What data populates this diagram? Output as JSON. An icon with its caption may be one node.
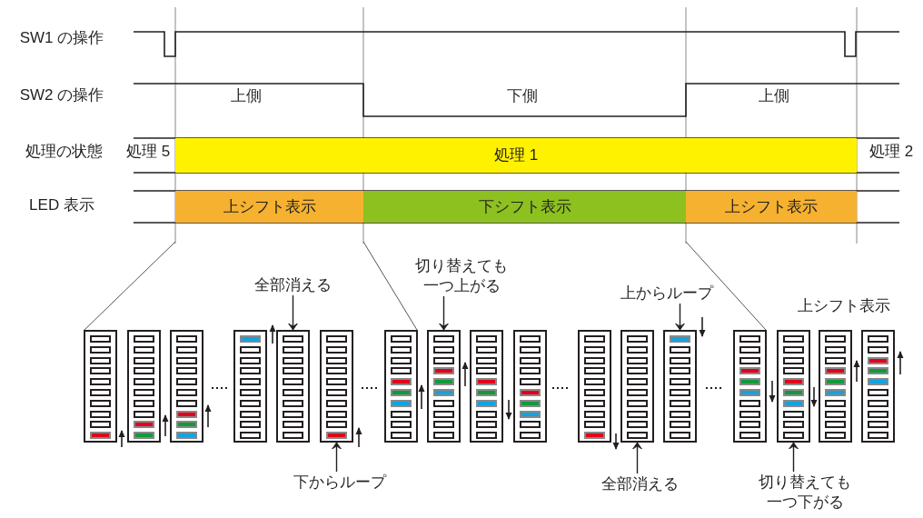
{
  "diagram": {
    "nodes": [
      {
        "text": [
          "処理 1"
        ]
      },
      {
        "text": [
          "上シフト表示"
        ]
      },
      {
        "text": [
          "下シフト表示"
        ]
      },
      {
        "text": [
          "上シフト表示"
        ]
      },
      {
        "text": [
          "全部消える"
        ]
      },
      {
        "text": [
          "切り替えても一つ上がる"
        ]
      },
      {
        "text": [
          "上からループ"
        ]
      },
      {
        "text": [],
        "shape": "bar"
      },
      {
        "text": [],
        "shape": "bar"
      },
      {
        "text": [],
        "shape": "bar"
      },
      {
        "text": [],
        "shape": "bar"
      },
      {
        "text": [],
        "shape": "bar"
      },
      {
        "text": [],
        "shape": "bar"
      },
      {
        "text": [],
        "shape": "bar"
      },
      {
        "text": [],
        "shape": "bar"
      },
      {
        "text": [],
        "shape": "bar"
      },
      {
        "text": [],
        "shape": "bar"
      },
      {
        "text": [],
        "shape": "bar"
      },
      {
        "text": [],
        "shape": "bar"
      },
      {
        "text": [],
        "shape": "bar"
      },
      {
        "text": [],
        "shape": "bar"
      },
      {
        "text": [],
        "shape": "bar"
      },
      {
        "text": [],
        "shape": "bar"
      },
      {
        "text": [],
        "shape": "bar"
      },
      {
        "text": [
          "下からループ"
        ]
      },
      {
        "text": [
          "全部消える"
        ]
      },
      {
        "text": [
          "切り替えても一つ下がる"
        ]
      }
    ],
    "edges": [
      {
        "from": 4,
        "to": 11,
        "arrow": "to"
      },
      {
        "from": 5,
        "to": 14,
        "arrow": "to"
      },
      {
        "from": 6,
        "to": 19,
        "arrow": "to"
      },
      {
        "from": 24,
        "to": 12,
        "arrow": "to"
      },
      {
        "from": 25,
        "to": 18,
        "arrow": "to"
      },
      {
        "from": 26,
        "to": 21,
        "arrow": "to"
      }
    ],
    "labels": [
      "SW1 の操作",
      "SW2 の操作",
      "上側",
      "下側",
      "上側",
      "処理の状態",
      "処理 5",
      "処理 2",
      "LED 表示",
      "上シフト表示"
    ]
  }
}
